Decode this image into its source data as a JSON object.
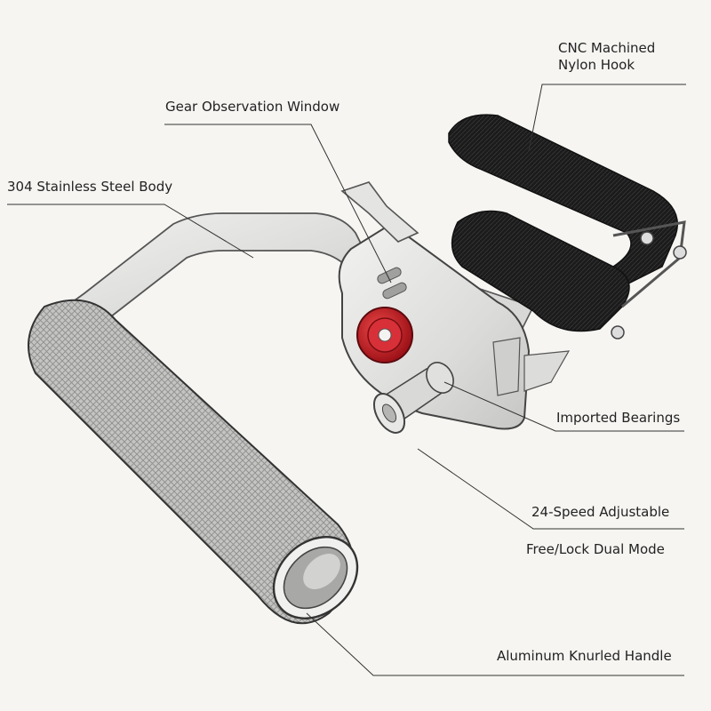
{
  "labels": {
    "cnc_hook": [
      "CNC Machined",
      "Nylon Hook"
    ],
    "gear_window": "Gear Observation Window",
    "steel_body": "304 Stainless Steel Body",
    "bearings": "Imported Bearings",
    "adjustable": "24-Speed Adjustable",
    "dual_mode": "Free/Lock Dual Mode",
    "handle": "Aluminum Knurled Handle"
  },
  "colors": {
    "background": "#f6f5f2",
    "metal": "#e6e6e4",
    "knurl": "#b9b9b7",
    "nylon": "#1b1b1b",
    "knob": "#c8202a",
    "ink": "#333333"
  }
}
